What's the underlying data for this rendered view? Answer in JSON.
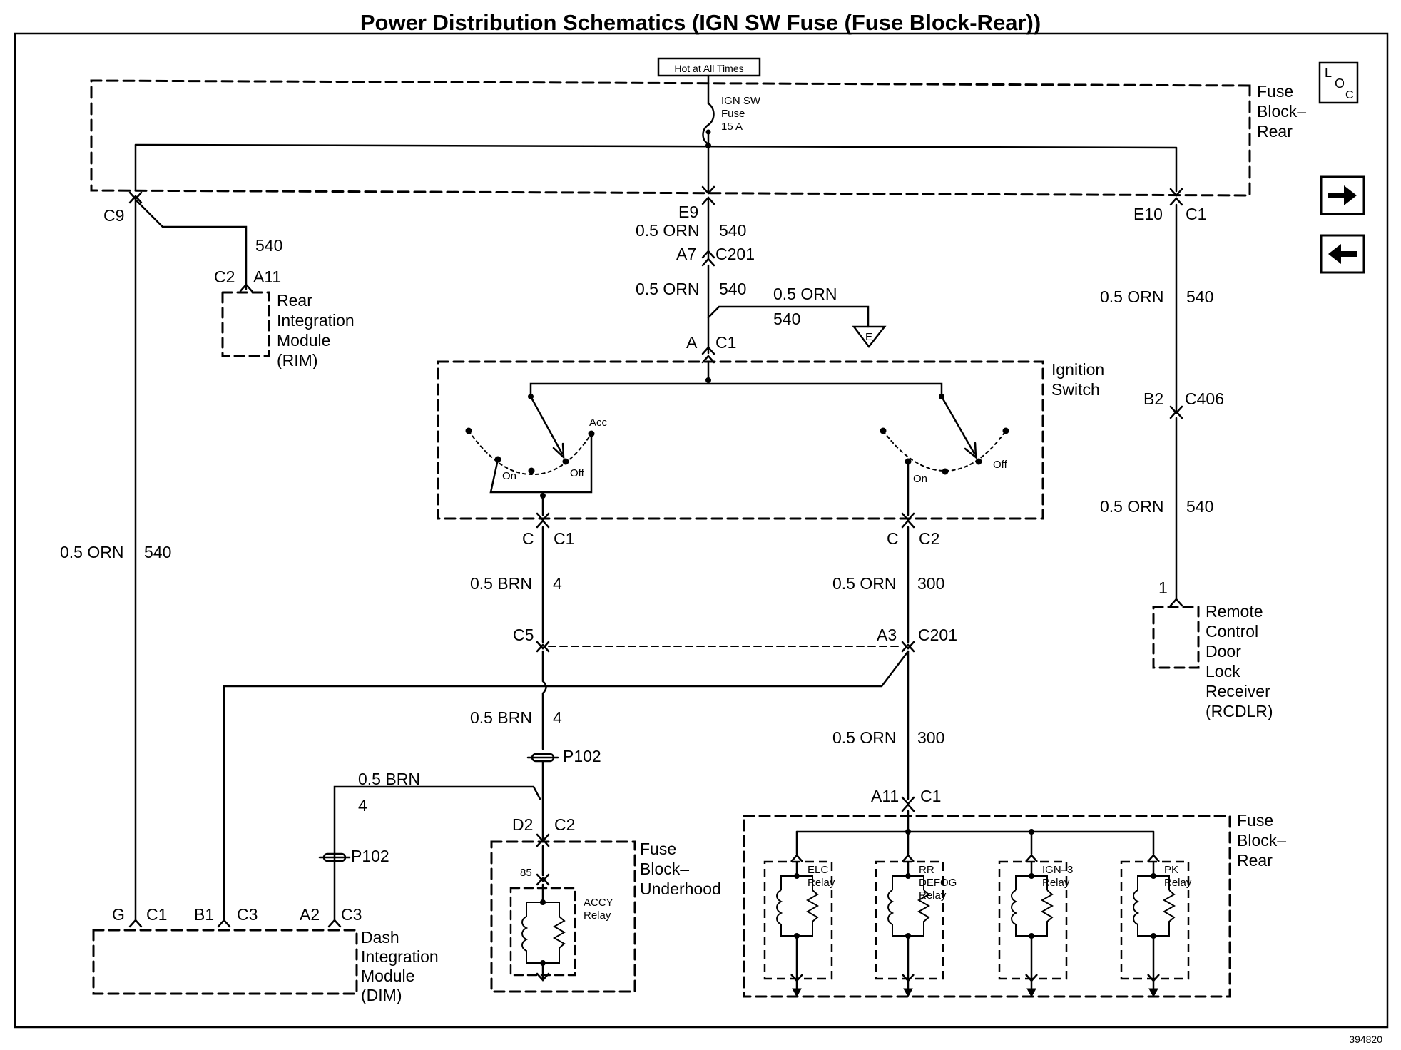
{
  "title": "Power Distribution Schematics (IGN SW Fuse (Fuse Block-Rear))",
  "hot_label": "Hot at All Times",
  "loc_icon": "loc-icon",
  "nav": {
    "next_icon": "arrow-right-icon",
    "prev_icon": "arrow-left-icon"
  },
  "figure_id": "394820",
  "labels": {
    "fuse_block_rear": [
      "Fuse",
      "Block–",
      "Rear"
    ],
    "fuse_block_underhood": [
      "Fuse",
      "Block–",
      "Underhood"
    ],
    "ign_fuse": [
      "IGN SW",
      "Fuse",
      "15 A"
    ],
    "rim": [
      "Rear",
      "Integration",
      "Module",
      "(RIM)"
    ],
    "dim": [
      "Dash",
      "Integration",
      "Module",
      "(DIM)"
    ],
    "rcdlr": [
      "Remote",
      "Control",
      "Door",
      "Lock",
      "Receiver",
      "(RCDLR)"
    ],
    "ignition_switch": [
      "Ignition",
      "Switch"
    ],
    "switch_positions": {
      "acc": "Acc",
      "on": "On",
      "off": "Off"
    },
    "ground": "E",
    "accy_relay": [
      "ACCY",
      "Relay"
    ],
    "pin_85": "85",
    "elc_relay": [
      "ELC",
      "Relay"
    ],
    "rr_defog_relay": [
      "RR",
      "DEFOG",
      "Relay"
    ],
    "ign3_relay": [
      "IGN–3",
      "Relay"
    ],
    "pk_relay": [
      "PK",
      "Relay"
    ]
  },
  "connectors": {
    "c9": "C9",
    "e9": "E9",
    "e10": "E10",
    "c1": "C1",
    "a7": "A7",
    "c201": "C201",
    "c2": "C2",
    "a11": "A11",
    "a": "A",
    "b2": "B2",
    "c406": "C406",
    "c": "C",
    "c5": "C5",
    "a3": "A3",
    "d2": "D2",
    "pin1": "1",
    "g": "G",
    "b1": "B1",
    "c3": "C3",
    "a2": "A2",
    "p102": "P102"
  },
  "wires": {
    "orn": "0.5 ORN",
    "brn": "0.5 BRN",
    "c540": "540",
    "c300": "300",
    "c4": "4"
  }
}
